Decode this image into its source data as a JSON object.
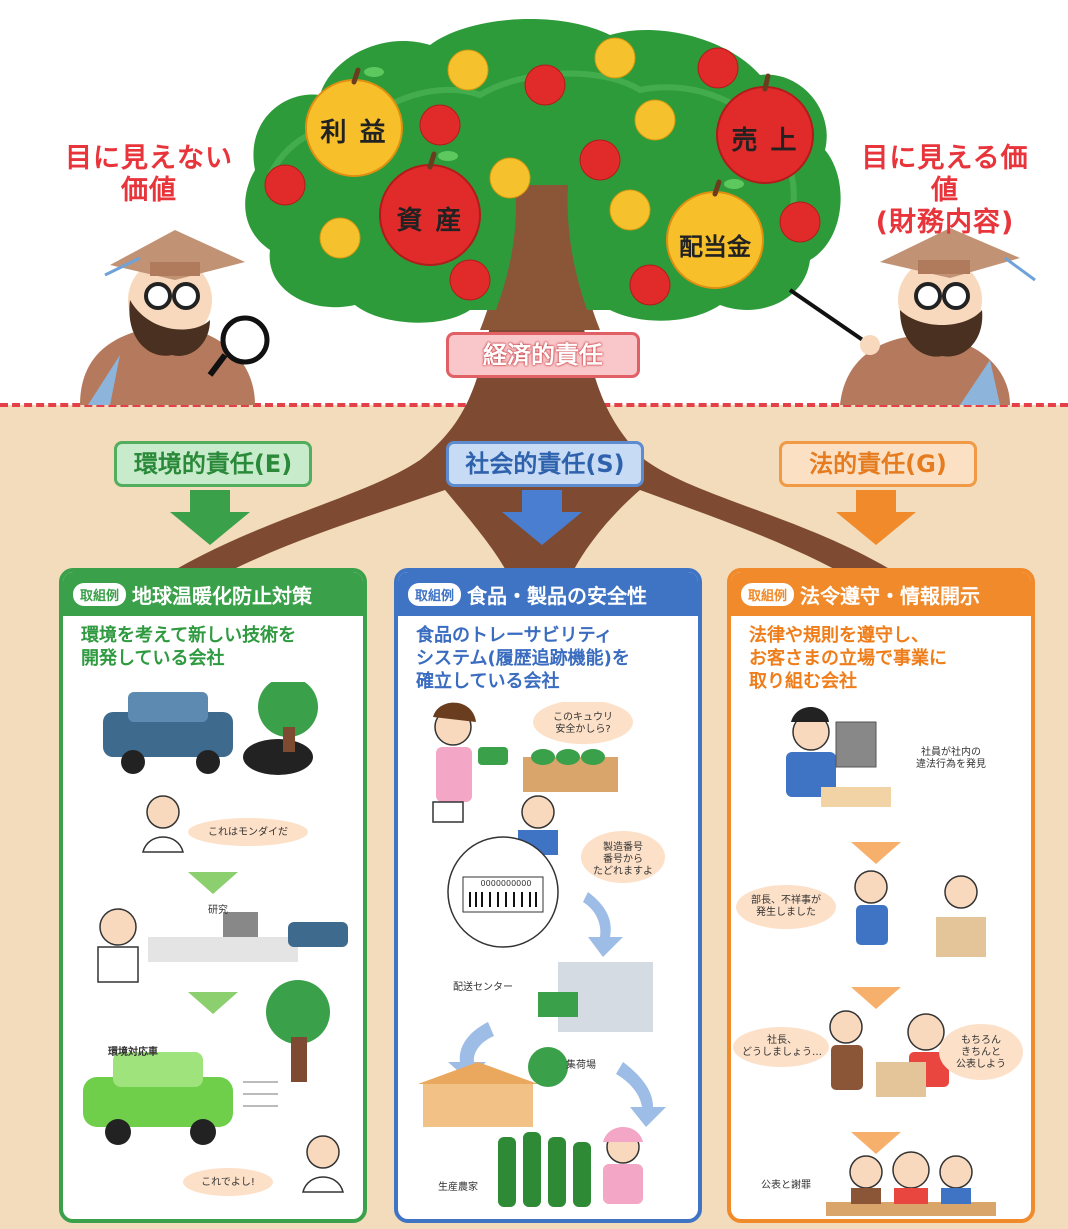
{
  "apples": {
    "rieki": "利 益",
    "uriage": "売 上",
    "shisan": "資 産",
    "haitokin": "配当金"
  },
  "left_label": {
    "line1": "目に見えない",
    "line2": "価値"
  },
  "right_label": {
    "line1": "目に見える価値",
    "line2": "(財務内容)"
  },
  "economic_responsibility": "経済的責任",
  "responsibilities": {
    "e": "環境的責任(E)",
    "s": "社会的責任(S)",
    "g": "法的責任(G)"
  },
  "panels": {
    "green": {
      "badge": "取組例",
      "title": "地球温暖化防止対策",
      "desc_line1": "環境を考えて新しい技術を",
      "desc_line2": "開発している会社",
      "bubble1": "これはモンダイだ",
      "research_label": "研究",
      "eco_car_label": "環境対応車",
      "bubble2": "これでよし!"
    },
    "blue": {
      "badge": "取組例",
      "title": "食品・製品の安全性",
      "desc_line1": "食品のトレーサビリティ",
      "desc_line2": "システム(履歴追跡機能)を",
      "desc_line3": "確立している会社",
      "bubble1_line1": "このキュウリ",
      "bubble1_line2": "安全かしら?",
      "bubble2_line1": "製造番号",
      "bubble2_line2": "番号から",
      "bubble2_line3": "たどれますよ",
      "barcode_text": "0000000000",
      "distribution_center": "配送センター",
      "collection_site": "集荷場",
      "farmer": "生産農家"
    },
    "orange": {
      "badge": "取組例",
      "title": "法令遵守・情報開示",
      "desc_line1": "法律や規則を遵守し、",
      "desc_line2": "お客さまの立場で事業に",
      "desc_line3": "取り組む会社",
      "note1_line1": "社員が社内の",
      "note1_line2": "違法行為を発見",
      "bubble1_line1": "部長、不祥事が",
      "bubble1_line2": "発生しました",
      "bubble2_line1": "社長、",
      "bubble2_line2": "どうしましょう…",
      "bubble3_line1": "もちろん",
      "bubble3_line2": "きちんと",
      "bubble3_line3": "公表しよう",
      "apology_label": "公表と謝罪"
    }
  }
}
